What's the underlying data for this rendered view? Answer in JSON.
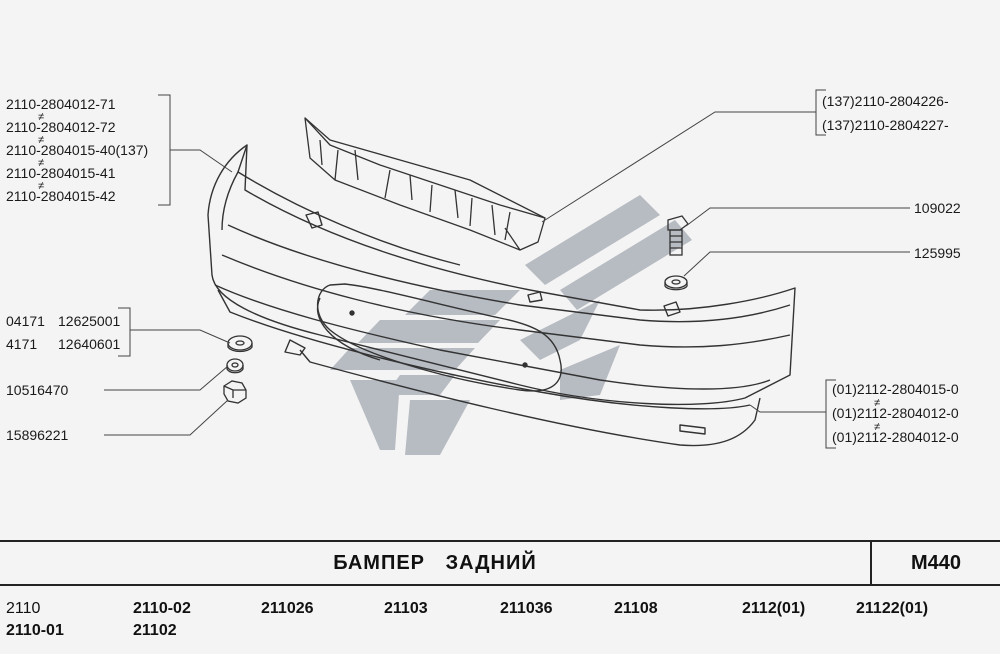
{
  "callouts": {
    "bumper_parts": [
      "2110-2804012-71",
      "2110-2804012-72",
      "2110-2804015-40(137)",
      "2110-2804015-41",
      "2110-2804015-42"
    ],
    "absorber_parts": [
      "(137)2110-2804226-",
      "(137)2110-2804227-"
    ],
    "bolt_part": "109022",
    "washer_part": "125995",
    "washer_pair": [
      {
        "left": "04171",
        "right": "12625001"
      },
      {
        "left": "4171",
        "right": "12640601"
      }
    ],
    "spring_washer_part": "10516470",
    "nut_part": "15896221",
    "lower_parts": [
      "(01)2112-2804015-0",
      "(01)2112-2804012-0",
      "(01)2112-2804012-0"
    ],
    "alt_mark": "≠"
  },
  "footer": {
    "title": "БАМПЕР ЗАДНИЙ",
    "code": "М440"
  },
  "models": [
    {
      "label": "2110",
      "bold": false
    },
    {
      "label": "2110-01",
      "bold": true
    },
    {
      "label": "2110-02",
      "bold": true
    },
    {
      "label": "21102",
      "bold": true
    },
    {
      "label": "211026",
      "bold": true
    },
    {
      "label": "21103",
      "bold": true
    },
    {
      "label": "211036",
      "bold": true
    },
    {
      "label": "21108",
      "bold": true
    },
    {
      "label": "2112(01)",
      "bold": true
    },
    {
      "label": "21122(01)",
      "bold": true
    }
  ],
  "colors": {
    "line": "#333333",
    "logo": "#9aa0aa",
    "background": "#f4f4f4"
  }
}
